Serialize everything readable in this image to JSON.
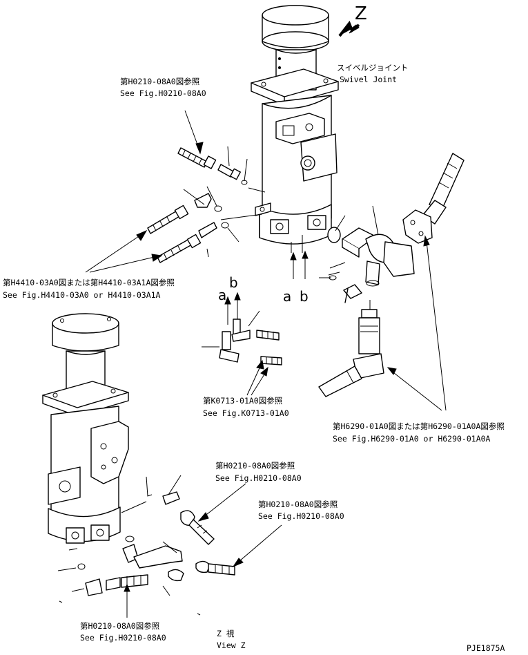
{
  "drawing_code": "PJE1875A",
  "view_marker": "Z",
  "swivel_joint": {
    "ja": "スイベルジョイント",
    "en": "Swivel Joint"
  },
  "refs": {
    "h0210_top": {
      "ja": "第H0210-08A0図参照",
      "en": "See Fig.H0210-08A0"
    },
    "h4410": {
      "ja": "第H4410-03A0図または第H4410-03A1A図参照",
      "en": "See Fig.H4410-03A0 or H4410-03A1A"
    },
    "k0713": {
      "ja": "第K0713-01A0図参照",
      "en": "See Fig.K0713-01A0"
    },
    "h6290": {
      "ja": "第H6290-01A0図または第H6290-01A0A図参照",
      "en": "See Fig.H6290-01A0 or H6290-01A0A"
    },
    "h0210_mid1": {
      "ja": "第H0210-08A0図参照",
      "en": "See Fig.H0210-08A0"
    },
    "h0210_mid2": {
      "ja": "第H0210-08A0図参照",
      "en": "See Fig.H0210-08A0"
    },
    "h0210_bottom": {
      "ja": "第H0210-08A0図参照",
      "en": "See Fig.H0210-08A0"
    }
  },
  "port_labels": {
    "a": "a",
    "b": "b"
  },
  "view_z": {
    "ja": "Z 視",
    "en": "View Z"
  }
}
